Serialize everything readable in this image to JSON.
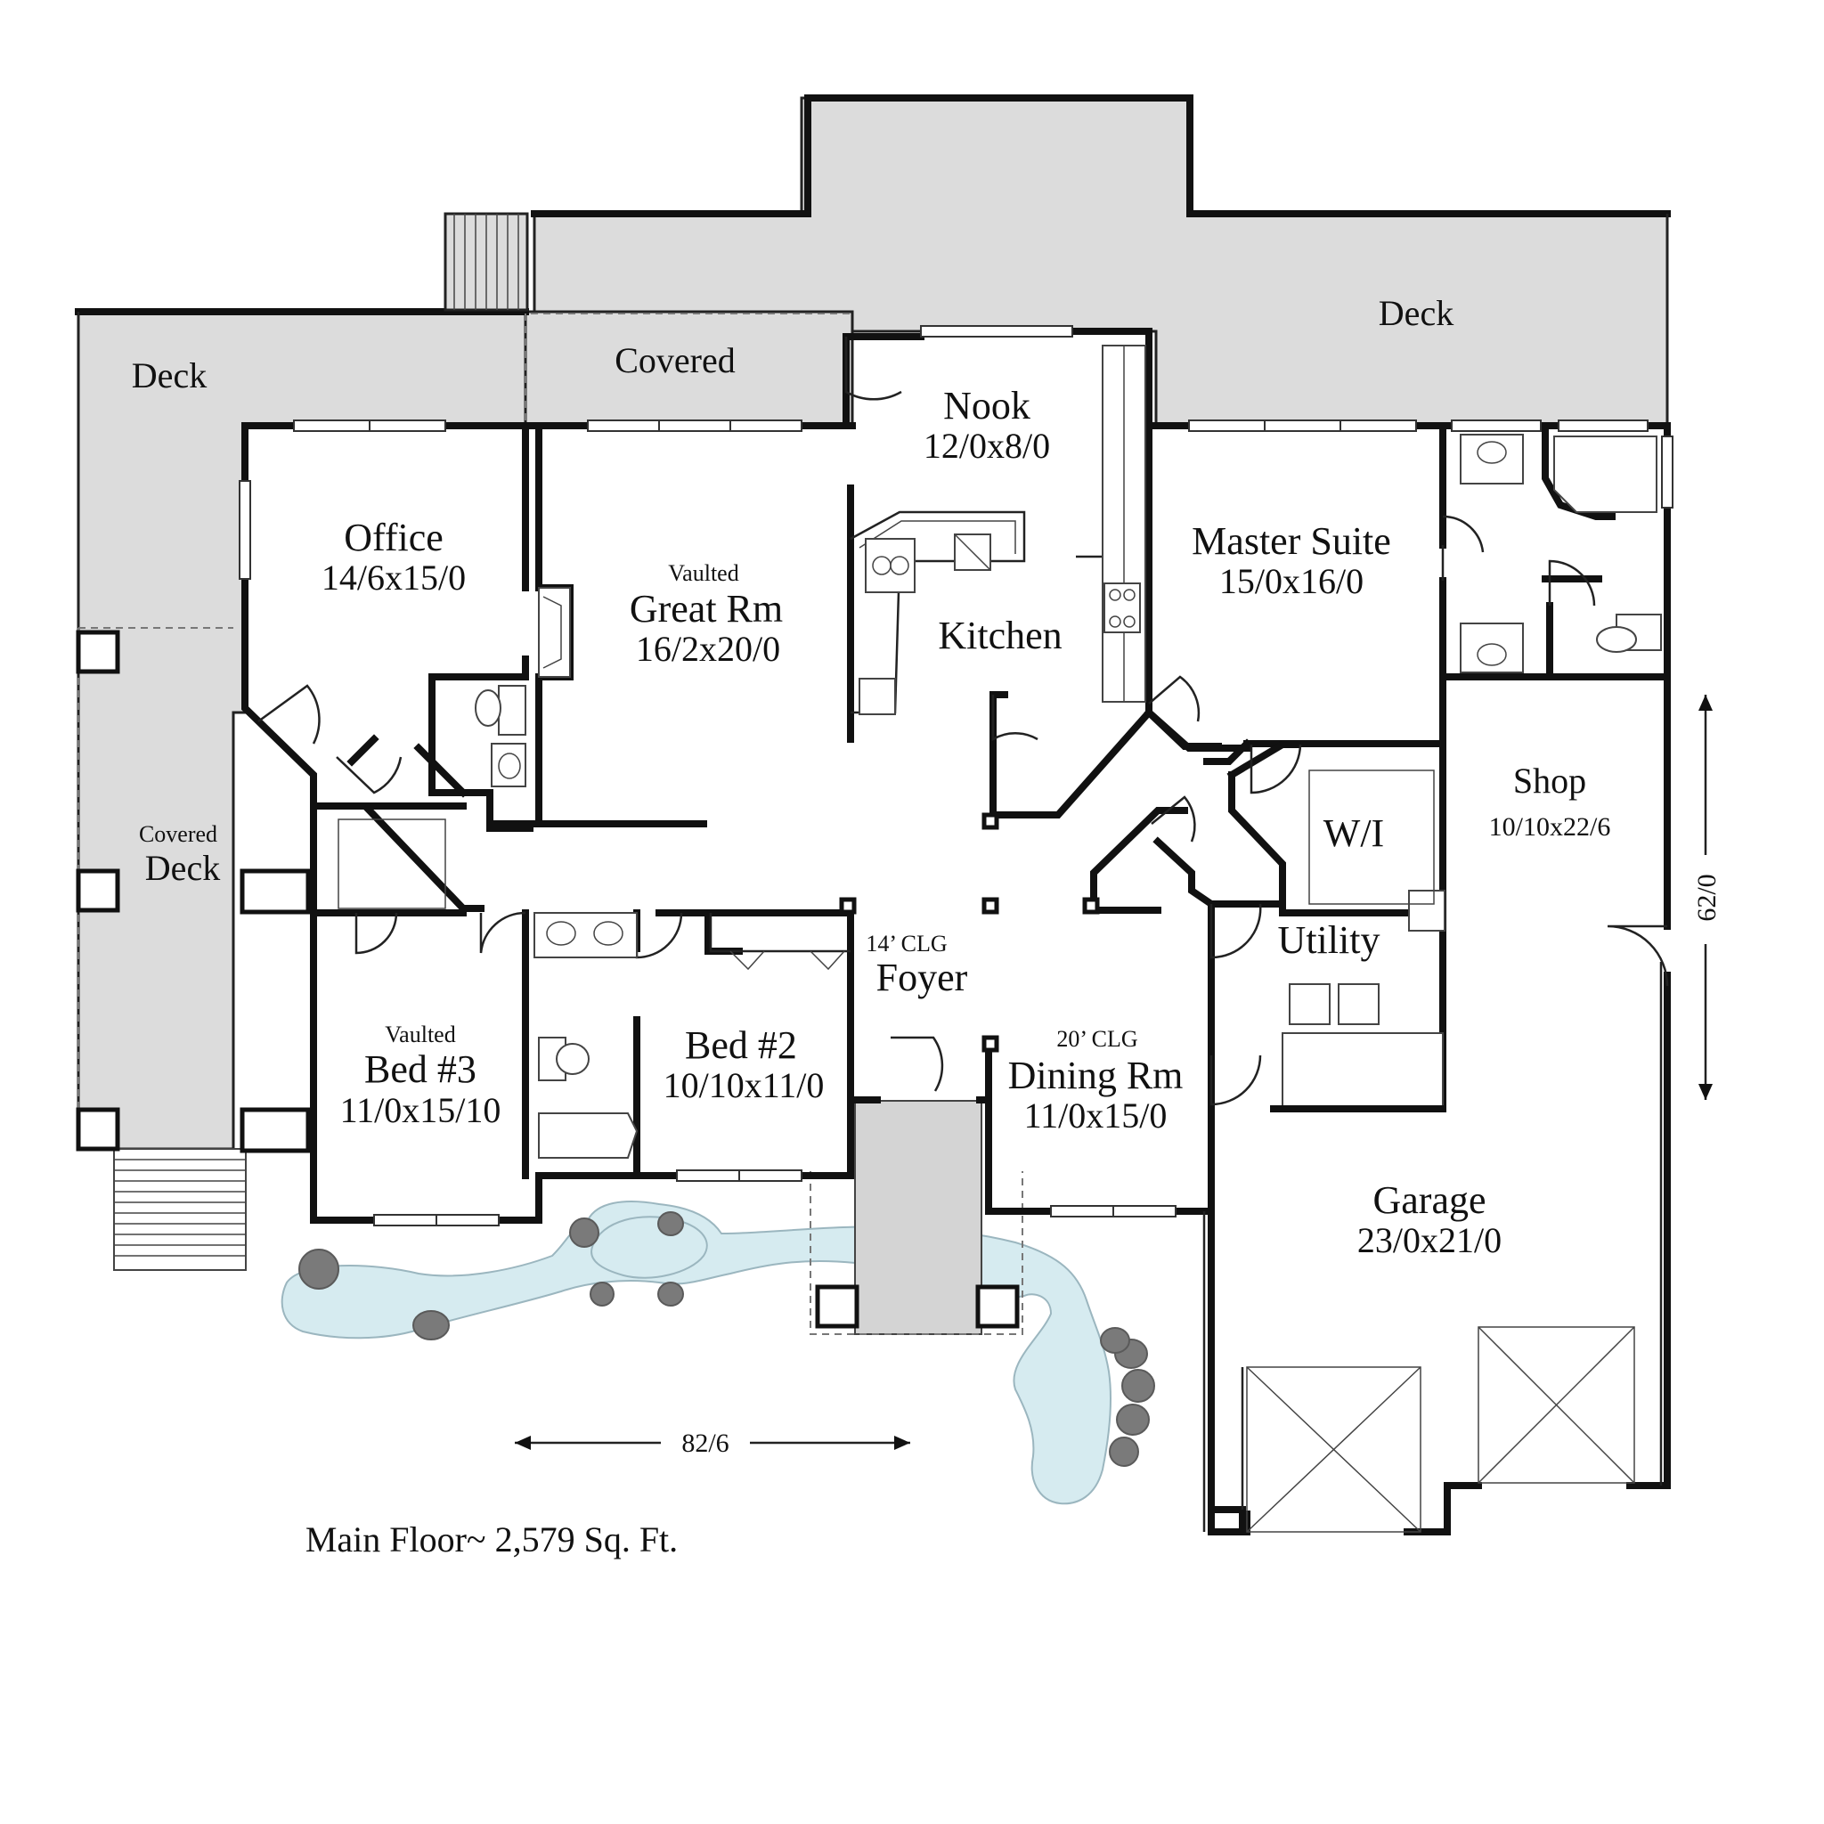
{
  "plan": {
    "caption": "Main Floor~ 2,579 Sq. Ft.",
    "dimension_width": "82/6",
    "dimension_depth": "62/0"
  },
  "rooms": {
    "deck_left": {
      "name": "Deck"
    },
    "covered": {
      "name": "Covered"
    },
    "deck_right": {
      "name": "Deck"
    },
    "covered_deck": {
      "line1": "Covered",
      "line2": "Deck"
    },
    "office": {
      "name": "Office",
      "size": "14/6x15/0"
    },
    "great_rm": {
      "note": "Vaulted",
      "name": "Great Rm",
      "size": "16/2x20/0"
    },
    "nook": {
      "name": "Nook",
      "size": "12/0x8/0"
    },
    "kitchen": {
      "name": "Kitchen"
    },
    "master": {
      "name": "Master Suite",
      "size": "15/0x16/0"
    },
    "wi": {
      "name": "W/I"
    },
    "shop": {
      "name": "Shop",
      "size": "10/10x22/6"
    },
    "utility": {
      "name": "Utility"
    },
    "foyer": {
      "note": "14’ CLG",
      "name": "Foyer"
    },
    "dining": {
      "note": "20’ CLG",
      "name": "Dining Rm",
      "size": "11/0x15/0"
    },
    "bed3": {
      "note": "Vaulted",
      "name": "Bed #3",
      "size": "11/0x15/10"
    },
    "bed2": {
      "name": "Bed #2",
      "size": "10/10x11/0"
    },
    "garage": {
      "name": "Garage",
      "size": "23/0x21/0"
    }
  },
  "colors": {
    "wall": "#111111",
    "deck": "#dcdcdc",
    "water": "#d6ebf0",
    "rock": "#7a7a7a"
  }
}
